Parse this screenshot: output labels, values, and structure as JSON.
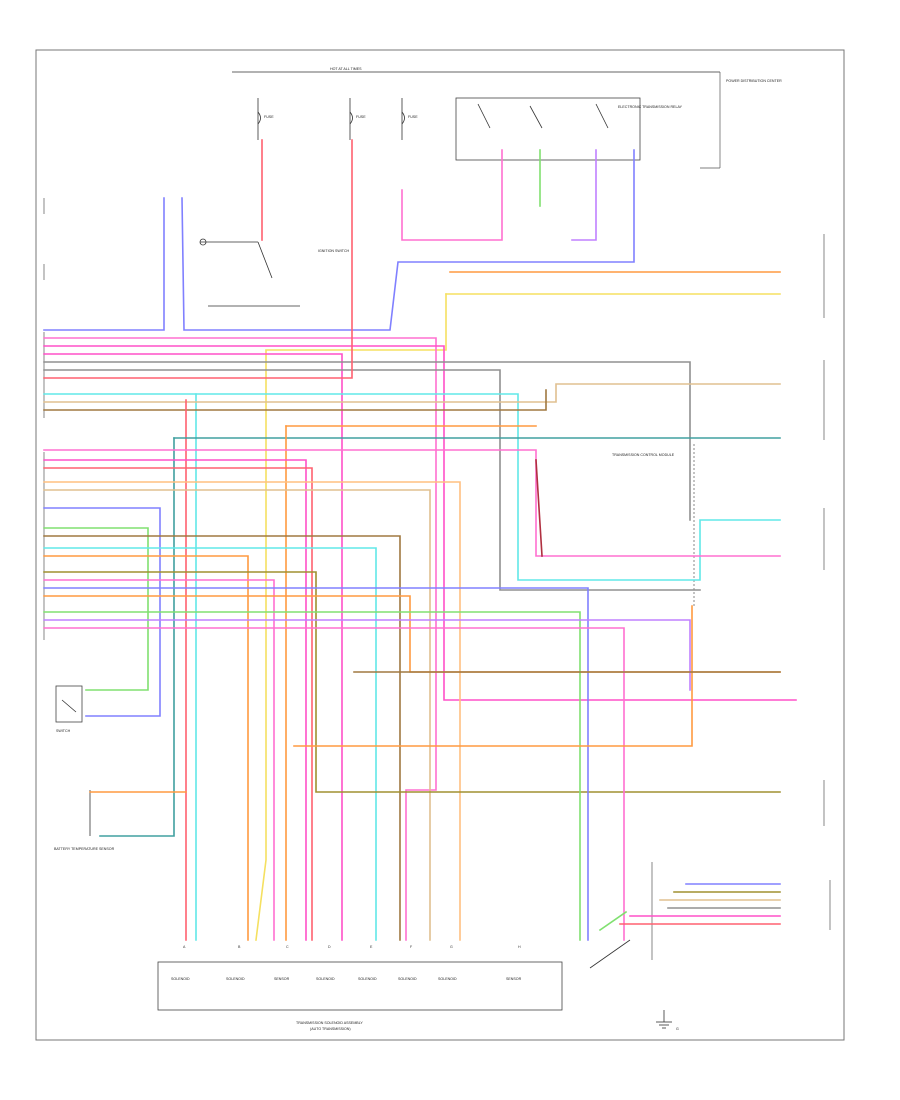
{
  "footer_code": "",
  "labels": {
    "hot_at_all_times": "HOT AT ALL TIMES",
    "fuse_a": "FUSE",
    "fuse_b": "FUSE",
    "fuse_c": "FUSE",
    "ignition_switch": "IGNITION SWITCH",
    "relay_module": "ELECTRONIC TRANSMISSION RELAY",
    "power_dist_center": "POWER DISTRIBUTION CENTER",
    "wow_module": "TRANSMISSION CONTROL MODULE",
    "bottom_box_title": "TRANSMISSION SOLENOID ASSEMBLY",
    "bottom_box_subtitle": "(AUTO TRANSMISSION)",
    "left_switch": "SWITCH",
    "battery_sensor": "BATTERY TEMPERATURE SENSOR",
    "ground": "G"
  },
  "bottom_components": [
    {
      "label": "SOLENOID",
      "pin": "A"
    },
    {
      "label": "SOLENOID",
      "pin": "B"
    },
    {
      "label": "SENSOR",
      "pin": "C"
    },
    {
      "label": "SOLENOID",
      "pin": "D"
    },
    {
      "label": "SOLENOID",
      "pin": "E"
    },
    {
      "label": "SOLENOID",
      "pin": "F"
    },
    {
      "label": "SOLENOID",
      "pin": "G"
    },
    {
      "label": "SENSOR",
      "pin": "H"
    }
  ],
  "colors": {
    "red": "#ff6070",
    "orange": "#ff9a40",
    "yellow": "#f5e060",
    "green": "#80e070",
    "cyan": "#60e8e8",
    "blue": "#8080ff",
    "violet": "#c080ff",
    "pink": "#ff70d0",
    "magenta": "#ff50c8",
    "brown": "#a07840",
    "darkred": "#b03040",
    "tan": "#e0c090",
    "olive": "#a09030",
    "gray": "#909090",
    "teal": "#40a0a0",
    "peach": "#ffc080"
  }
}
